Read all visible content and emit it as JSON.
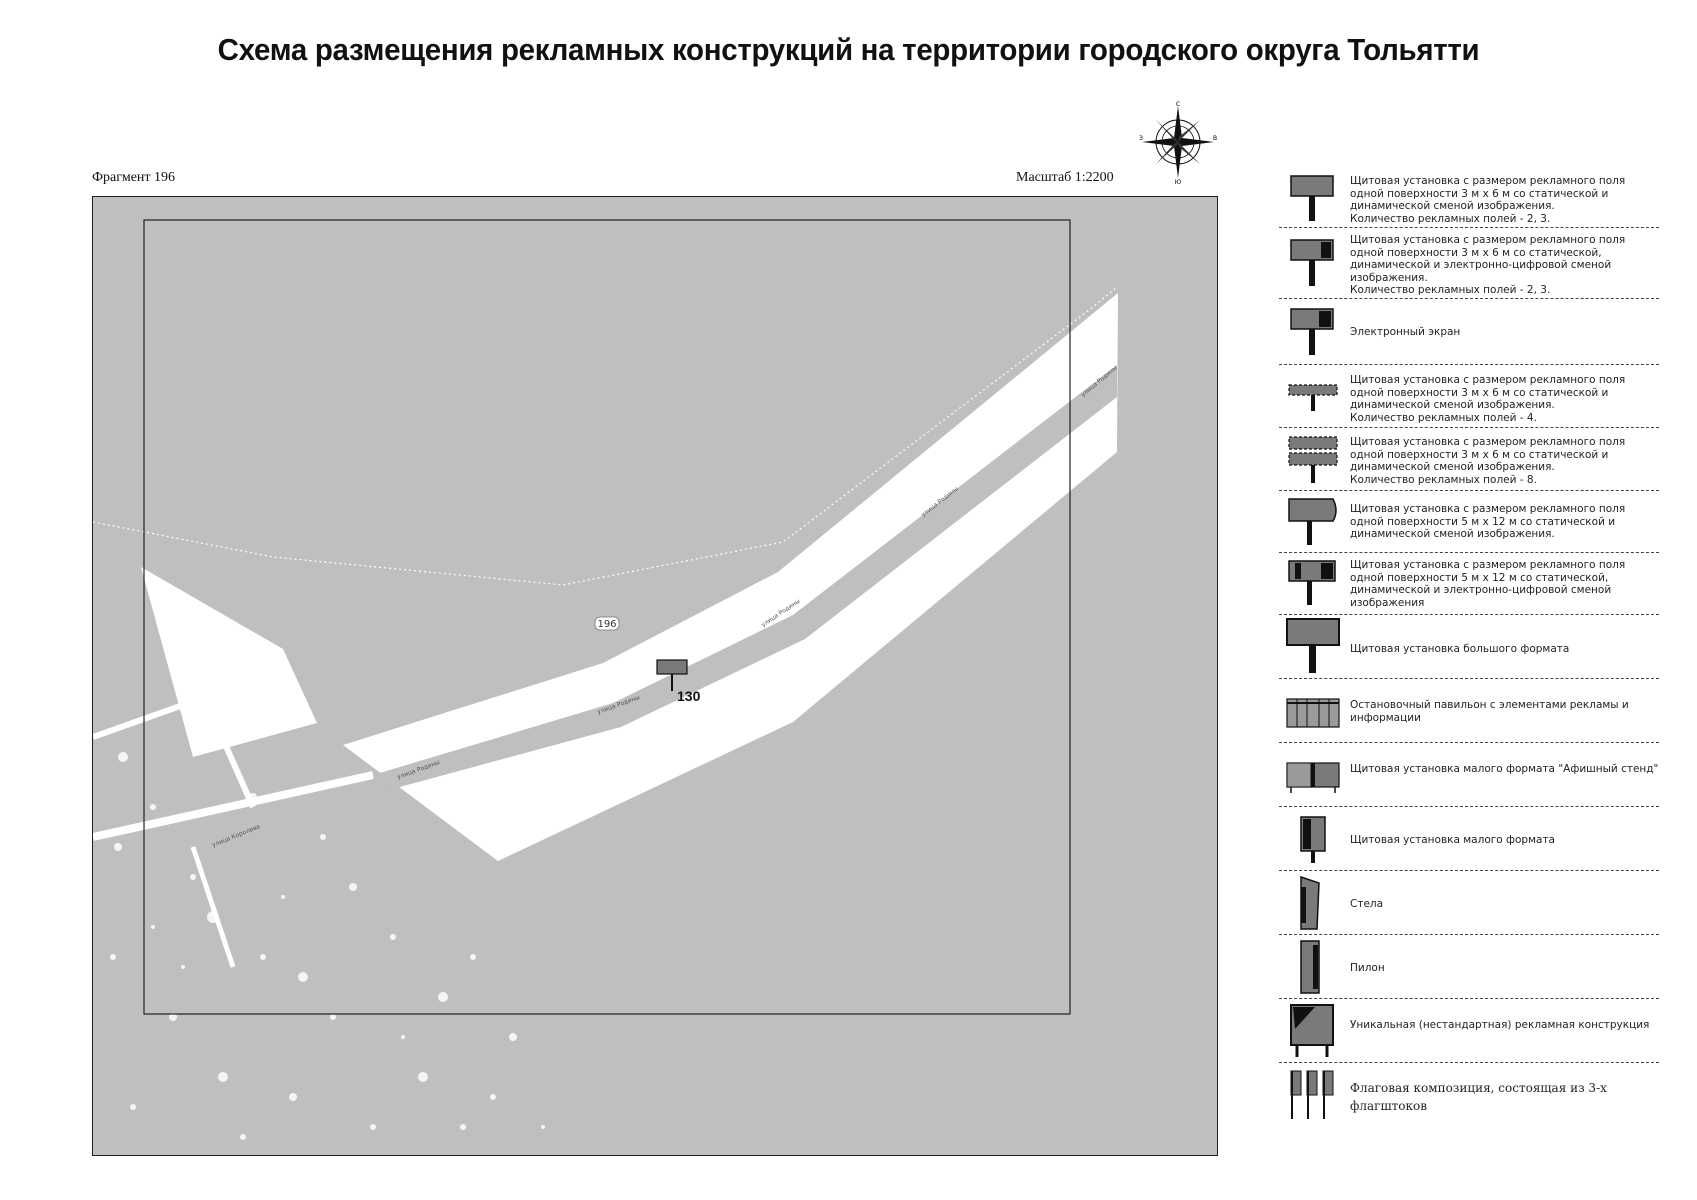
{
  "title": "Схема размещения рекламных конструкций на территории городского округа Тольятти",
  "fragment_label": "Фрагмент 196",
  "scale_label": "Масштаб 1:2200",
  "compass": {
    "n": "С",
    "s": "Ю",
    "w": "З",
    "e": "В"
  },
  "map": {
    "fragment_number": "196",
    "construction_number": "130",
    "street_labels": [
      "улица Родины",
      "улица Родины",
      "улица Родины",
      "улица Родины",
      "улица Родины"
    ],
    "street_label_2": "улица Королева",
    "colors": {
      "background": "#bfbfbf",
      "road": "#ffffff",
      "sign": "#7a7a7a"
    }
  },
  "legend": [
    {
      "icon": "billboard-3x6-icon",
      "text": "Щитовая установка с размером рекламного поля одной поверхности 3 м х 6 м со статической и динамической сменой изображения.\nКоличество рекламных полей - 2, 3."
    },
    {
      "icon": "billboard-3x6-digital-icon",
      "text": "Щитовая установка с размером рекламного поля одной поверхности 3 м х 6 м со статической, динамической и электронно-цифровой сменой изображения.\nКоличество рекламных полей - 2, 3."
    },
    {
      "icon": "electronic-screen-icon",
      "text": "Электронный экран"
    },
    {
      "icon": "billboard-4-fields-icon",
      "text": "Щитовая установка с размером рекламного поля одной поверхности 3 м х 6 м со статической и динамической сменой изображения.\nКоличество рекламных полей - 4."
    },
    {
      "icon": "billboard-8-fields-icon",
      "text": "Щитовая установка с размером рекламного поля одной поверхности 3 м х 6 м со статической и динамической сменой изображения.\nКоличество рекламных полей - 8."
    },
    {
      "icon": "billboard-5x12-icon",
      "text": "Щитовая установка с размером рекламного поля одной поверхности 5 м х 12 м со статической и динамической сменой изображения."
    },
    {
      "icon": "billboard-5x12-digital-icon",
      "text": "Щитовая установка с размером рекламного поля одной поверхности 5 м х 12 м со статической, динамической и электронно-цифровой сменой изображения"
    },
    {
      "icon": "large-format-billboard-icon",
      "text": "Щитовая установка большого формата"
    },
    {
      "icon": "bus-stop-pavilion-icon",
      "text": "Остановочный павильон с элементами рекламы и информации"
    },
    {
      "icon": "poster-stand-icon",
      "text": "Щитовая установка малого формата \"Афишный стенд\""
    },
    {
      "icon": "small-format-billboard-icon",
      "text": "Щитовая установка малого формата"
    },
    {
      "icon": "stela-icon",
      "text": "Стела"
    },
    {
      "icon": "pylon-icon",
      "text": "Пилон"
    },
    {
      "icon": "unique-construction-icon",
      "text": "Уникальная (нестандартная) рекламная конструкция"
    },
    {
      "icon": "flag-composition-icon",
      "text": "Флаговая композиция, состоящая из 3-х флагштоков"
    }
  ]
}
